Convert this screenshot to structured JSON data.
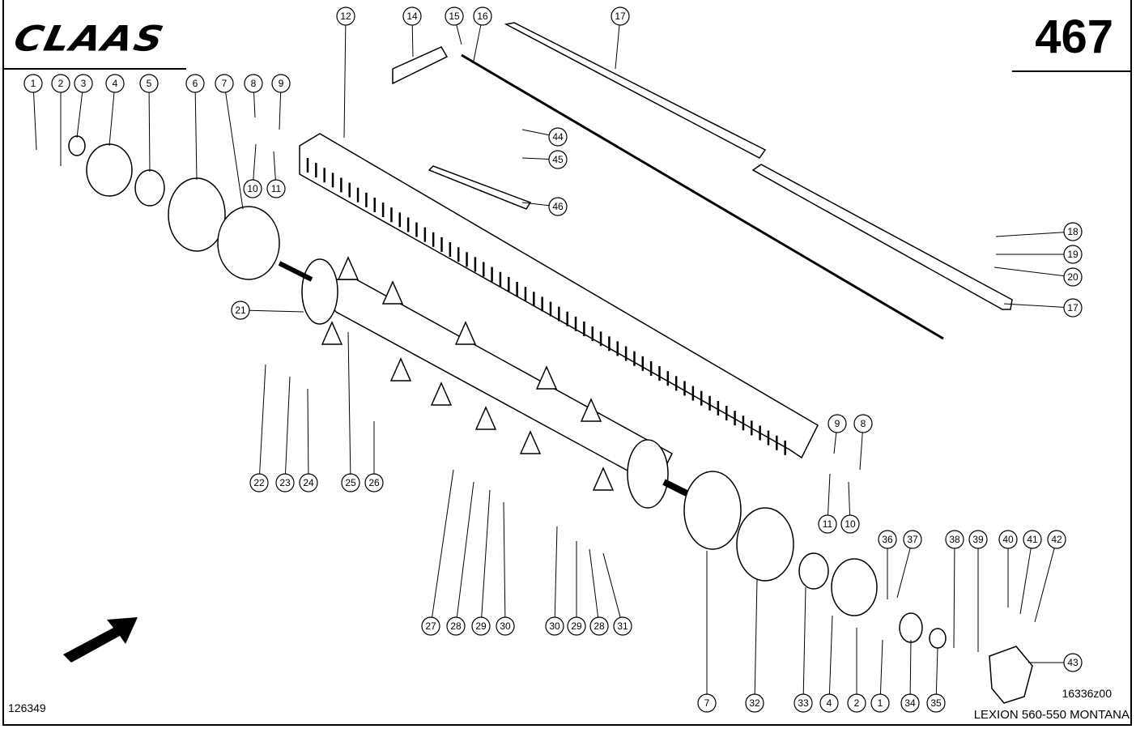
{
  "header": {
    "brand": "CLAAS",
    "page_number": "467"
  },
  "footer": {
    "drawing_ref": "126349",
    "figure_code": "16336z00",
    "model": "LEXION 560-550 MONTANA"
  },
  "callouts": [
    "1",
    "2",
    "3",
    "4",
    "5",
    "6",
    "7",
    "8",
    "9",
    "10",
    "11",
    "12",
    "14",
    "15",
    "16",
    "17",
    "44",
    "45",
    "46",
    "18",
    "19",
    "20",
    "17",
    "21",
    "22",
    "23",
    "24",
    "25",
    "26",
    "9",
    "8",
    "11",
    "10",
    "27",
    "28",
    "29",
    "30",
    "30",
    "29",
    "28",
    "31",
    "36",
    "37",
    "38",
    "39",
    "40",
    "41",
    "42",
    "43",
    "7",
    "32",
    "33",
    "4",
    "2",
    "1",
    "34",
    "35"
  ]
}
